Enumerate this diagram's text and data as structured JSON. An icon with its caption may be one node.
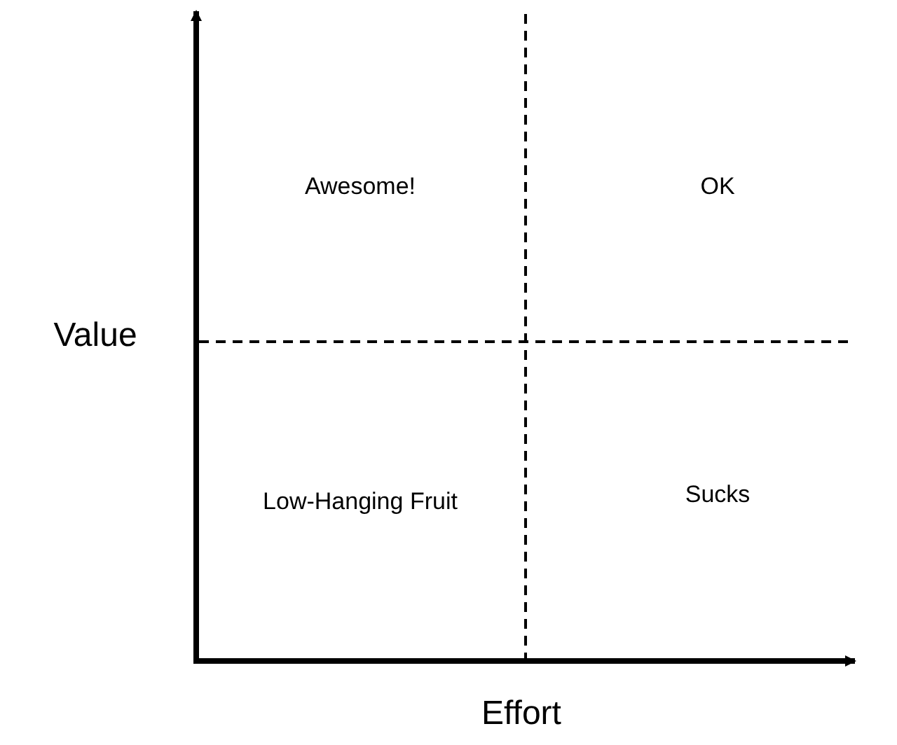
{
  "diagram": {
    "labels": [
      "Awesome!",
      "OK",
      "Value",
      "Low-Hanging Fruit",
      "Sucks",
      "Effort"
    ]
  }
}
